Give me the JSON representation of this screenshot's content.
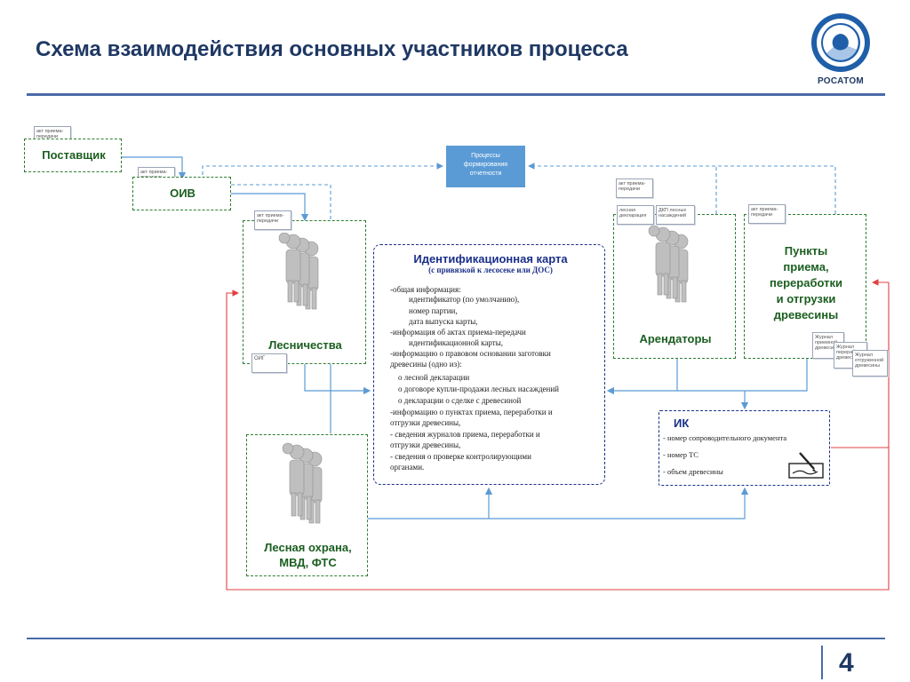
{
  "header": {
    "title": "Схема взаимодействия основных участников процесса",
    "logo_text": "РОСАТОМ"
  },
  "footer": {
    "page_number": "4"
  },
  "nodes": {
    "supplier": {
      "label": "Поставщик",
      "doc": "акт приема-передачи"
    },
    "oiv": {
      "label": "ОИВ",
      "doc": "акт приема-передачи"
    },
    "forestry": {
      "label": "Лесничества",
      "doc": "акт приема-передачи",
      "doc_out": "ОИГ"
    },
    "forest_guard": {
      "label_line1": "Лесная охрана,",
      "label_line2": "МВД, ФТС"
    },
    "reports": {
      "line1": "Процессы",
      "line2": "формирования",
      "line3": "отчетности"
    },
    "tenants": {
      "label": "Арендаторы",
      "doc_act": "акт приема-передачи",
      "doc_declaration": "лесная декларация",
      "doc_dkp": "ДКП лесных насаждений"
    },
    "points": {
      "label_line1": "Пункты",
      "label_line2": "приема,",
      "label_line3": "переработки",
      "label_line4": "и отгрузки",
      "label_line5": "древесины",
      "doc_act": "акт приема-передачи",
      "doc_journal1": "Журнал приемной древесины",
      "doc_journal2": "Журнал перерабо-ки древес",
      "doc_journal3": "Журнал отгруженной древесины"
    },
    "id_card": {
      "title": "Идентификационная карта",
      "subtitle": "(с привязкой к лесосеке или ДОС)",
      "lines": [
        "-общая информация:",
        "идентификатор (по умолчанию),",
        "номер партии,",
        "дата выпуска карты,",
        "-информация  об  актах  приема-передачи",
        "идентификационной карты,",
        "-информацию о правовом основании заготовки",
        "древесины (одно из):",
        "о лесной декларации",
        "о договоре купли-продажи лесных насаждений",
        "о декларации о сделке с древесиной",
        "-информацию о пунктах приема, переработки и",
        "отгрузки древесины,",
        "-  сведения журналов приема, переработки и",
        "отгрузки древесины,",
        "-  сведения  о  проверке  контролирующими",
        "органами."
      ]
    },
    "ik": {
      "title": "ИК",
      "lines": [
        "-     номер сопроводительного документа",
        "-     номер ТС",
        "-     объем древесины"
      ]
    }
  },
  "colors": {
    "title": "#1f3864",
    "green_border": "#2e7d32",
    "blue_border": "#1a2f8a",
    "connector": "#5b9bd5",
    "feedback": "#e04040",
    "reports_fill": "#5b9bd5"
  }
}
